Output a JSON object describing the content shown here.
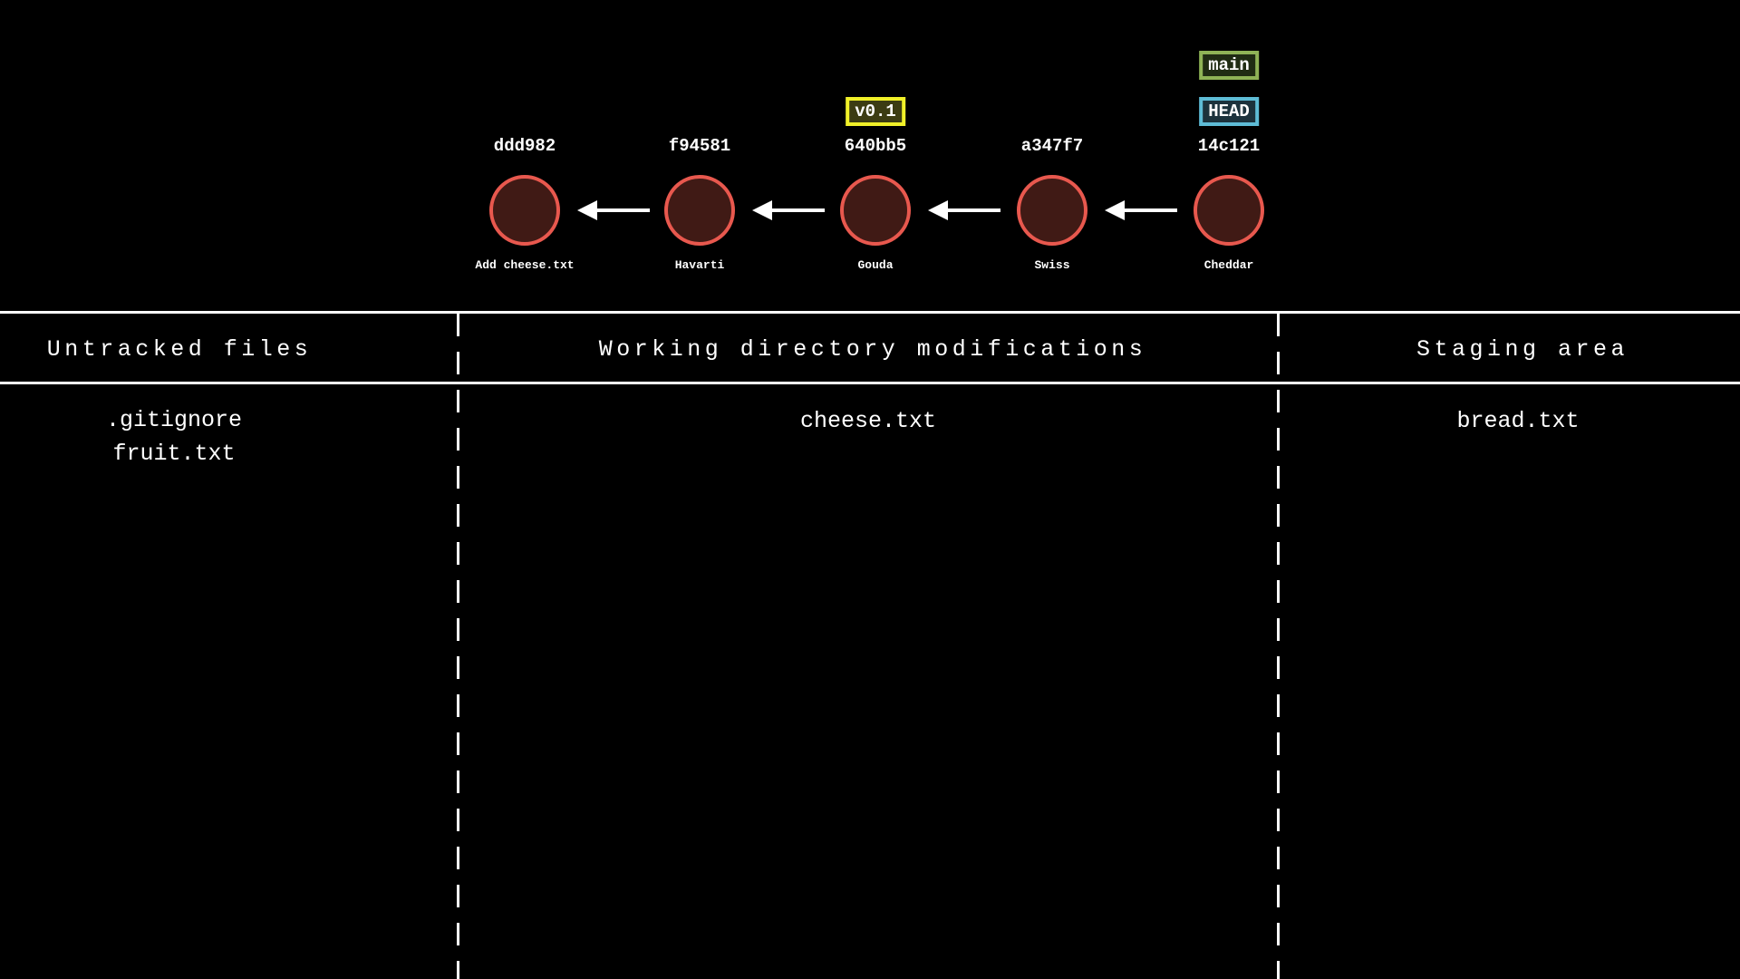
{
  "graph": {
    "commits": [
      {
        "hash": "ddd982",
        "message": "Add cheese.txt"
      },
      {
        "hash": "f94581",
        "message": "Havarti"
      },
      {
        "hash": "640bb5",
        "message": "Gouda"
      },
      {
        "hash": "a347f7",
        "message": "Swiss"
      },
      {
        "hash": "14c121",
        "message": "Cheddar"
      }
    ],
    "tag": {
      "label": "v0.1"
    },
    "branch": {
      "label": "main"
    },
    "head": {
      "label": "HEAD"
    },
    "colors": {
      "commit_border": "#e8584e",
      "commit_fill": "#401a15",
      "tag_border": "#f1f129",
      "tag_fill": "#3c3c13",
      "branch_border": "#8fb356",
      "branch_fill": "#202c13",
      "head_border": "#5ebcd6",
      "head_fill": "#1c323c",
      "arrow": "#ffffff",
      "background": "#000000",
      "text": "#ffffff"
    }
  },
  "zones": {
    "untracked": {
      "title": "Untracked files",
      "files": [
        ".gitignore",
        "fruit.txt"
      ]
    },
    "working": {
      "title": "Working directory modifications",
      "files": [
        "cheese.txt"
      ]
    },
    "staging": {
      "title": "Staging area",
      "files": [
        "bread.txt"
      ]
    }
  }
}
